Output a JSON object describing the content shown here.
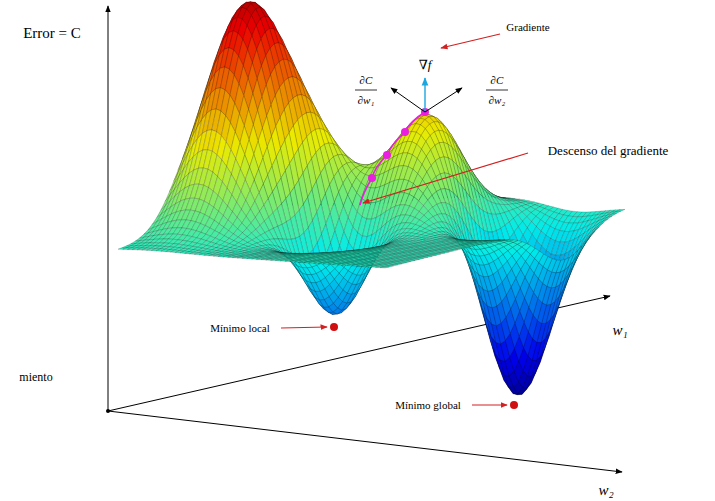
{
  "diagram": {
    "labels": [
      "Error = C",
      "Gradiente",
      "∇f",
      "∂C",
      "∂w₁",
      "∂C",
      "∂w₂",
      "Descenso del gradiente",
      "Mínimo local",
      "Mínimo global",
      "w₁",
      "w₂",
      "miento"
    ]
  }
}
